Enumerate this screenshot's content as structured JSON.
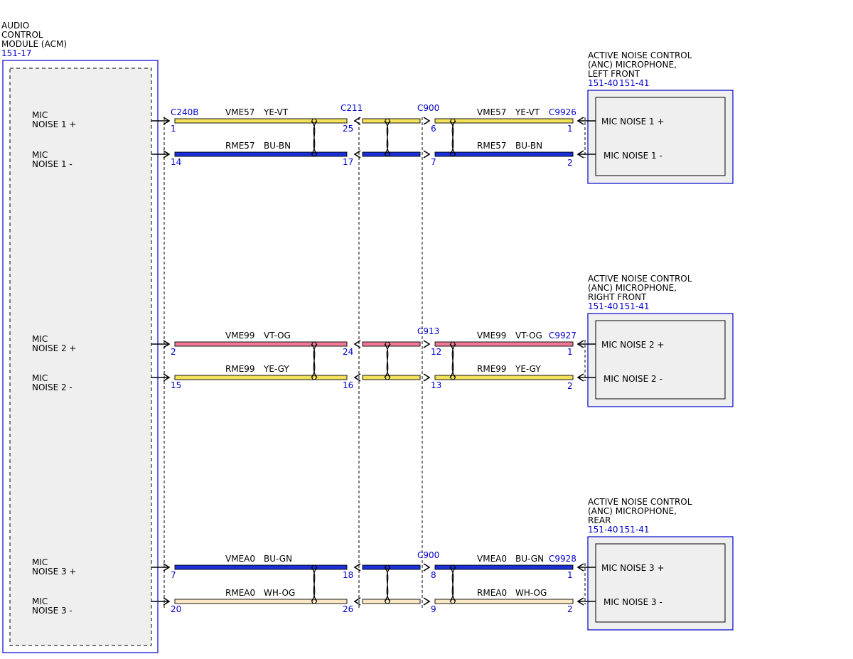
{
  "acm": {
    "name_lines": [
      "AUDIO",
      "CONTROL",
      "MODULE (ACM)"
    ],
    "ref": "151-17",
    "pins": [
      {
        "line1": "MIC",
        "line2": "NOISE 1 +"
      },
      {
        "line1": "MIC",
        "line2": "NOISE 1 -"
      },
      {
        "line1": "MIC",
        "line2": "NOISE 2 +"
      },
      {
        "line1": "MIC",
        "line2": "NOISE 2 -"
      },
      {
        "line1": "MIC",
        "line2": "NOISE 3 +"
      },
      {
        "line1": "MIC",
        "line2": "NOISE 3 -"
      }
    ]
  },
  "microphones": [
    {
      "title_lines": [
        "ACTIVE NOISE CONTROL",
        "(ANC) MICROPHONE,",
        "LEFT FRONT"
      ],
      "ref_a": "151-40",
      "ref_b": "151-41",
      "connector": "C9926",
      "pins": [
        {
          "label": "MIC NOISE 1 +",
          "pin": "1"
        },
        {
          "label": "MIC NOISE 1 -",
          "pin": "2"
        }
      ]
    },
    {
      "title_lines": [
        "ACTIVE NOISE CONTROL",
        "(ANC) MICROPHONE,",
        "RIGHT FRONT"
      ],
      "ref_a": "151-40",
      "ref_b": "151-41",
      "connector": "C9927",
      "pins": [
        {
          "label": "MIC NOISE 2 +",
          "pin": "1"
        },
        {
          "label": "MIC NOISE 2 -",
          "pin": "2"
        }
      ]
    },
    {
      "title_lines": [
        "ACTIVE NOISE CONTROL",
        "(ANC) MICROPHONE,",
        "REAR"
      ],
      "ref_a": "151-40",
      "ref_b": "151-41",
      "connector": "C9928",
      "pins": [
        {
          "label": "MIC NOISE 3 +",
          "pin": "1"
        },
        {
          "label": "MIC NOISE 3 -",
          "pin": "2"
        }
      ]
    }
  ],
  "connectors": {
    "acm": "C240B",
    "inline_1": "C211",
    "inline_2": "C900",
    "inline_3": "C913",
    "inline_4": "C900"
  },
  "circuits": [
    {
      "circuit": "VME57",
      "color": "YE-VT",
      "pin_acm": "1",
      "pin_mid": "25",
      "pin_c9": "6",
      "fill": "#f2e15a"
    },
    {
      "circuit": "RME57",
      "color": "BU-BN",
      "pin_acm": "14",
      "pin_mid": "17",
      "pin_c9": "7",
      "fill": "#1a2fd6"
    },
    {
      "circuit": "VME99",
      "color": "VT-OG",
      "pin_acm": "2",
      "pin_mid": "24",
      "pin_c9": "12",
      "fill": "#f07a96"
    },
    {
      "circuit": "RME99",
      "color": "YE-GY",
      "pin_acm": "15",
      "pin_mid": "16",
      "pin_c9": "13",
      "fill": "#f2e15a"
    },
    {
      "circuit": "VMEA0",
      "color": "BU-GN",
      "pin_acm": "7",
      "pin_mid": "18",
      "pin_c9": "8",
      "fill": "#1a2fd6"
    },
    {
      "circuit": "RMEA0",
      "color": "WH-OG",
      "pin_acm": "20",
      "pin_mid": "26",
      "pin_c9": "9",
      "fill": "#fbe7c4"
    }
  ]
}
